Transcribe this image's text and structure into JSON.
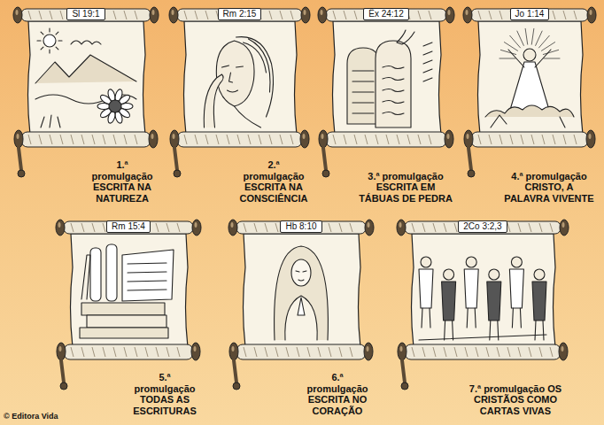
{
  "diagram": {
    "nodes": [
      {
        "text": [
          "Sl 19:1",
          "1.ª promulgação ESCRITA NA NATUREZA"
        ]
      },
      {
        "text": [
          "Rm 2:15",
          "2.ª promulgação ESCRITA NA CONSCIÊNCIA"
        ]
      },
      {
        "text": [
          "Êx 24:12",
          "3.ª promulgação ESCRITA EM TÁBUAS DE PEDRA"
        ]
      },
      {
        "text": [
          "Jo 1:14",
          "4.ª promulgação CRISTO, A PALAVRA VIVENTE"
        ]
      },
      {
        "text": [
          "Rm 15:4",
          "5.ª promulgação TODAS AS ESCRITURAS"
        ]
      },
      {
        "text": [
          "Hb 8:10",
          "6.ª promulgação ESCRITA NO CORAÇÃO"
        ]
      },
      {
        "text": [
          "2Co 3:2,3",
          "7.ª promulgação OS CRISTÃOS COMO CARTAS VIVAS"
        ]
      }
    ],
    "labels": [
      "© Editora Vida"
    ]
  }
}
